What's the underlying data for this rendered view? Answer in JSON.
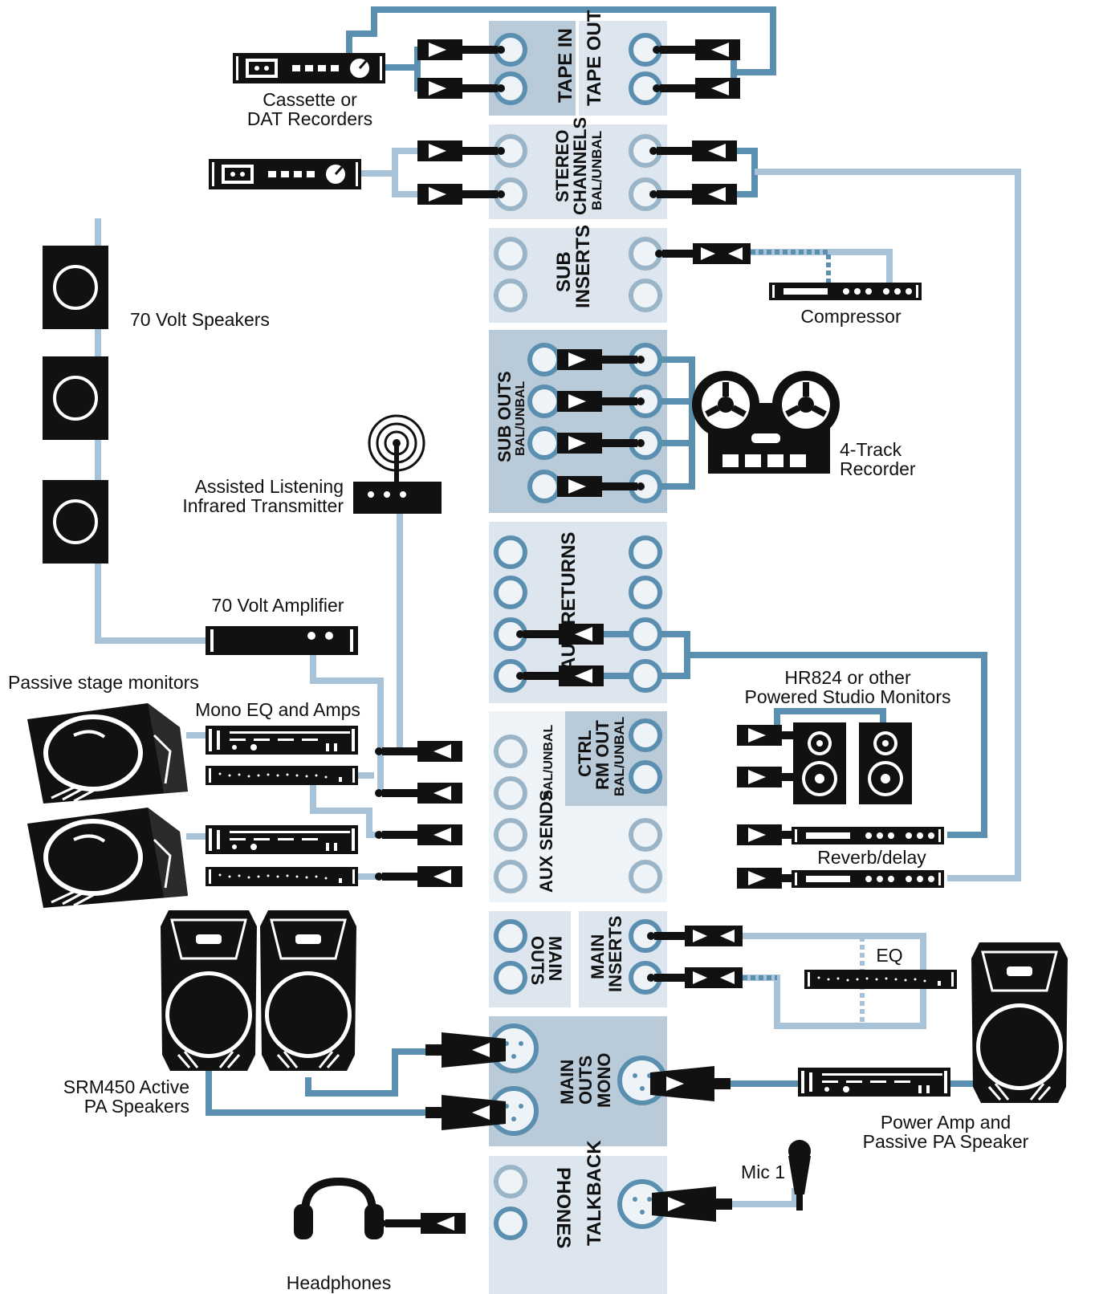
{
  "colors": {
    "panel_dark": "#b9cad9",
    "panel_light": "#dde6ee",
    "cable_dark": "#5a8fb0",
    "cable_light": "#a8c3d7",
    "jack_ring": "#5a8fb0",
    "jack_ring_light": "#9ab4c8",
    "device": "#111111"
  },
  "panel": {
    "tape_in": "TAPE IN",
    "tape_out": "TAPE OUT",
    "stereo_1": "STEREO",
    "stereo_2": "CHANNELS",
    "stereo_3": "BAL/UNBAL",
    "sub_inserts_1": "SUB",
    "sub_inserts_2": "INSERTS",
    "sub_outs_1": "SUB OUTS",
    "sub_outs_2": "BAL/UNBAL",
    "aux_returns": "AUX RETURNS",
    "aux_sends_1": "AUX SENDS",
    "aux_sends_2": "BAL/UNBAL",
    "ctrl_1": "CTRL",
    "ctrl_2": "RM OUT",
    "ctrl_3": "BAL/UNBAL",
    "main_outs_1": "MAIN",
    "main_outs_2": "OUTS",
    "main_inserts_1": "MAIN",
    "main_inserts_2": "INSERTS",
    "main_mono_1": "MAIN",
    "main_mono_2": "OUTS",
    "main_mono_3": "MONO",
    "phones": "PHONES",
    "talkback": "TALKBACK"
  },
  "labels": {
    "cassette_1": "Cassette or",
    "cassette_2": "DAT Recorders",
    "speakers_70v": "70 Volt Speakers",
    "compressor": "Compressor",
    "assisted_1": "Assisted Listening",
    "assisted_2": "Infrared Transmitter",
    "recorder_1": "4-Track",
    "recorder_2": "Recorder",
    "amp_70v": "70 Volt Amplifier",
    "passive_monitors": "Passive stage monitors",
    "mono_eq": "Mono EQ and Amps",
    "hr824_1": "HR824 or other",
    "hr824_2": "Powered Studio Monitors",
    "reverb": "Reverb/delay",
    "eq": "EQ",
    "srm_1": "SRM450 Active",
    "srm_2": "PA Speakers",
    "power_amp_1": "Power Amp and",
    "power_amp_2": "Passive PA Speaker",
    "mic": "Mic 1",
    "headphones": "Headphones"
  }
}
